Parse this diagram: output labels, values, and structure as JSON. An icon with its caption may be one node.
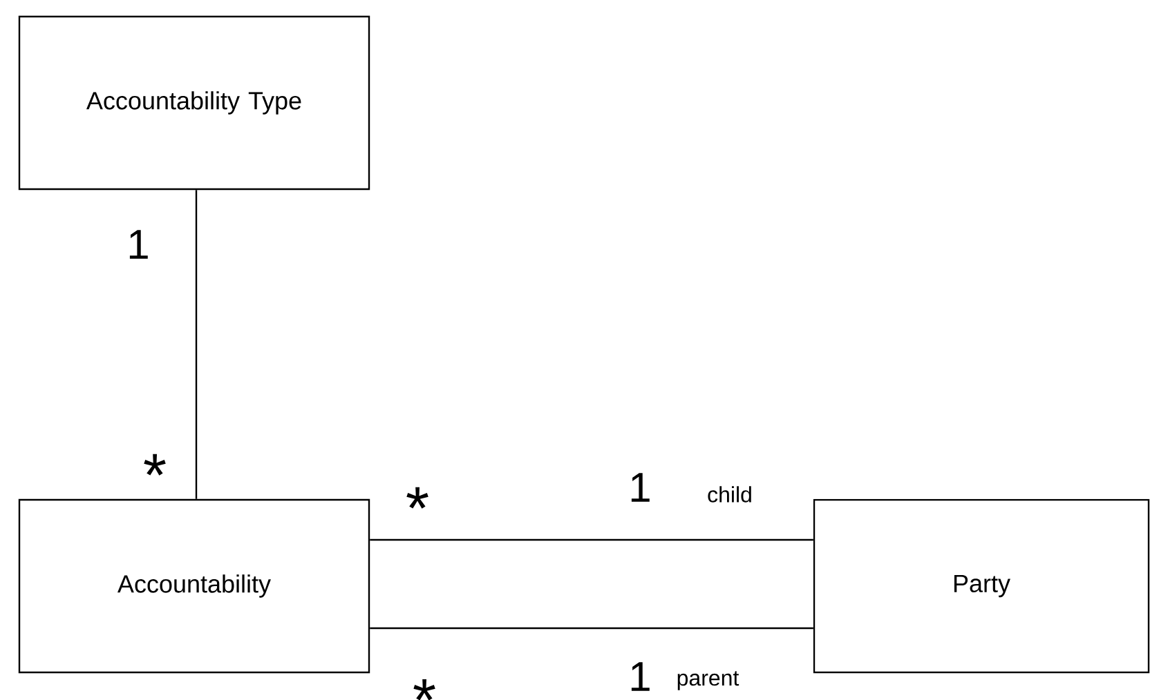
{
  "diagram": {
    "nodes": [
      {
        "text": [
          "Accountability Type"
        ]
      },
      {
        "text": [
          "Accountability"
        ]
      },
      {
        "text": [
          "Party"
        ]
      }
    ],
    "edges": [
      {
        "from": 0,
        "to": 1,
        "arrow": "none"
      },
      {
        "from": 1,
        "to": 2,
        "arrow": "none"
      },
      {
        "from": 1,
        "to": 2,
        "arrow": "none"
      }
    ],
    "labels": [
      "1",
      "*",
      "*",
      "1",
      "child",
      "*",
      "1",
      "parent"
    ]
  }
}
